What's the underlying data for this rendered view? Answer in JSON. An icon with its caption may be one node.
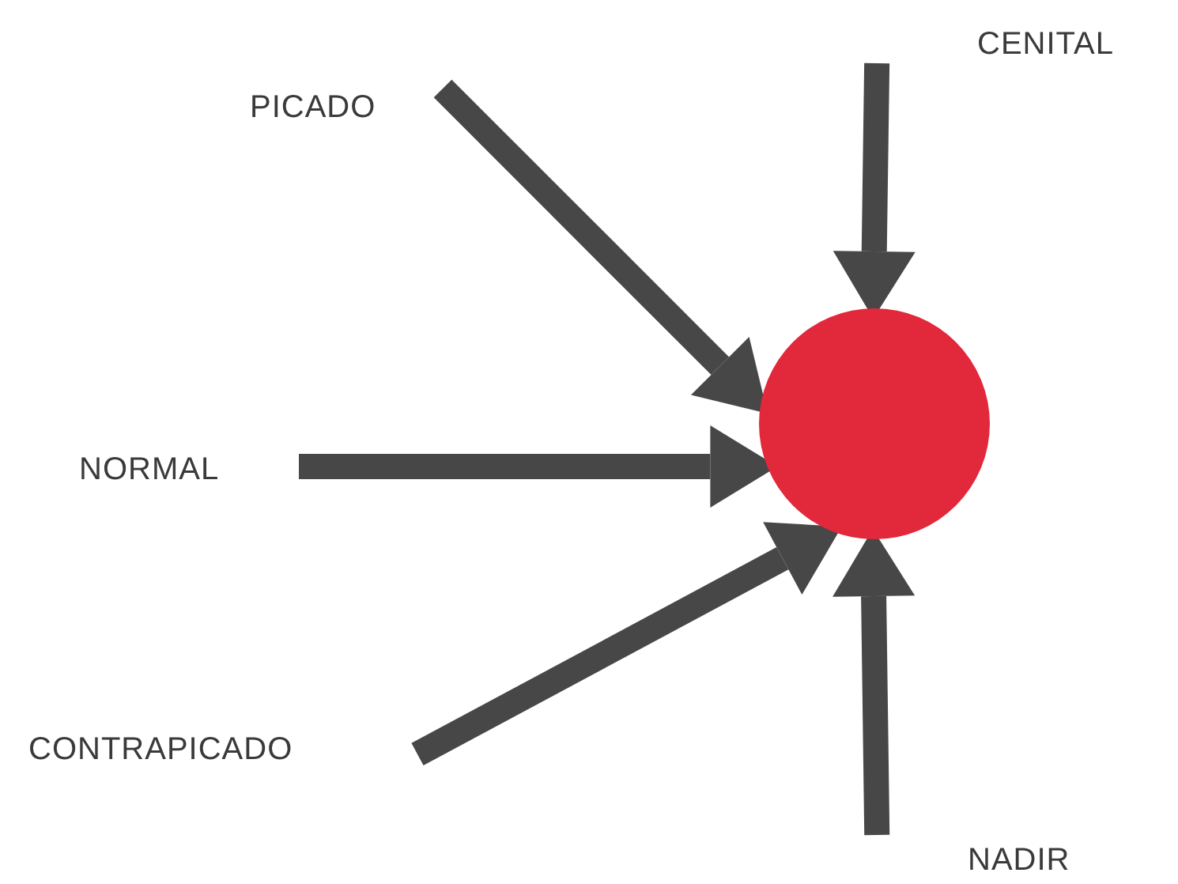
{
  "diagram": {
    "nodes": [
      {
        "text": [],
        "shape": "circle"
      },
      {
        "text": [
          "CENITAL"
        ]
      },
      {
        "text": [
          "PICADO"
        ]
      },
      {
        "text": [
          "NORMAL"
        ]
      },
      {
        "text": [
          "CONTRAPICADO"
        ]
      },
      {
        "text": [
          "NADIR"
        ]
      }
    ],
    "edges": [
      {
        "from": 1,
        "to": 0,
        "arrow": "to"
      },
      {
        "from": 2,
        "to": 0,
        "arrow": "to"
      },
      {
        "from": 3,
        "to": 0,
        "arrow": "to"
      },
      {
        "from": 4,
        "to": 0,
        "arrow": "to"
      },
      {
        "from": 5,
        "to": 0,
        "arrow": "to"
      }
    ]
  }
}
